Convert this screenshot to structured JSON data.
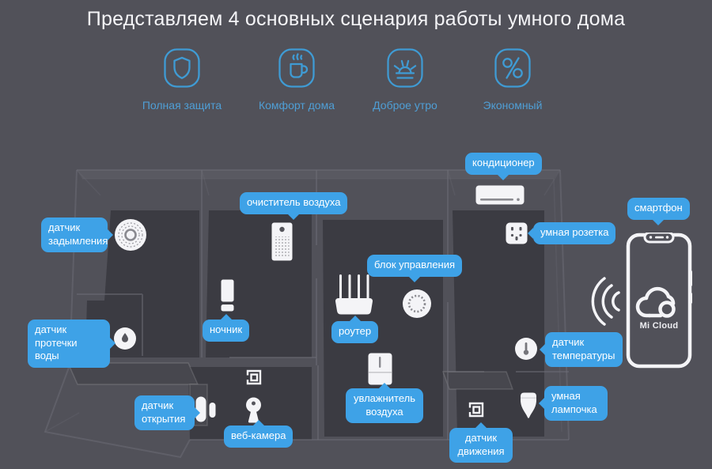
{
  "title": "Представляем 4 основных сценария работы умного дома",
  "colors": {
    "background": "#515159",
    "bubble_blue": "#3ea2e7",
    "scenario_icon_blue": "#3f9bd4",
    "room_floor": "#3b3b42",
    "device_white": "#f4f4f7"
  },
  "scenarios": [
    {
      "label": "Полная защита",
      "icon": "shield-icon"
    },
    {
      "label": "Комфорт дома",
      "icon": "coffee-cup-icon"
    },
    {
      "label": "Доброе утро",
      "icon": "sunrise-icon"
    },
    {
      "label": "Экономный",
      "icon": "percent-icon"
    }
  ],
  "devices": [
    {
      "label": "датчик задымления",
      "icon": "smoke-sensor-icon"
    },
    {
      "label": "очиститель воздуха",
      "icon": "air-purifier-icon"
    },
    {
      "label": "кондиционер",
      "icon": "air-conditioner-icon"
    },
    {
      "label": "умная розетка",
      "icon": "smart-socket-icon"
    },
    {
      "label": "смартфон",
      "icon": "smartphone-icon"
    },
    {
      "label": "блок управления",
      "icon": "control-unit-icon"
    },
    {
      "label": "ночник",
      "icon": "night-light-icon"
    },
    {
      "label": "роутер",
      "icon": "router-icon"
    },
    {
      "label": "датчик протечки воды",
      "icon": "water-leak-sensor-icon"
    },
    {
      "label": "датчик температуры",
      "icon": "temperature-sensor-icon"
    },
    {
      "label": "увлажнитель воздуха",
      "icon": "humidifier-icon"
    },
    {
      "label": "умная лампочка",
      "icon": "smart-bulb-icon"
    },
    {
      "label": "датчик открытия",
      "icon": "door-sensor-icon"
    },
    {
      "label": "веб-камера",
      "icon": "web-camera-icon"
    },
    {
      "label": "датчик движения",
      "icon": "motion-sensor-icon"
    }
  ],
  "phone": {
    "screen_text": "Mi Cloud"
  }
}
